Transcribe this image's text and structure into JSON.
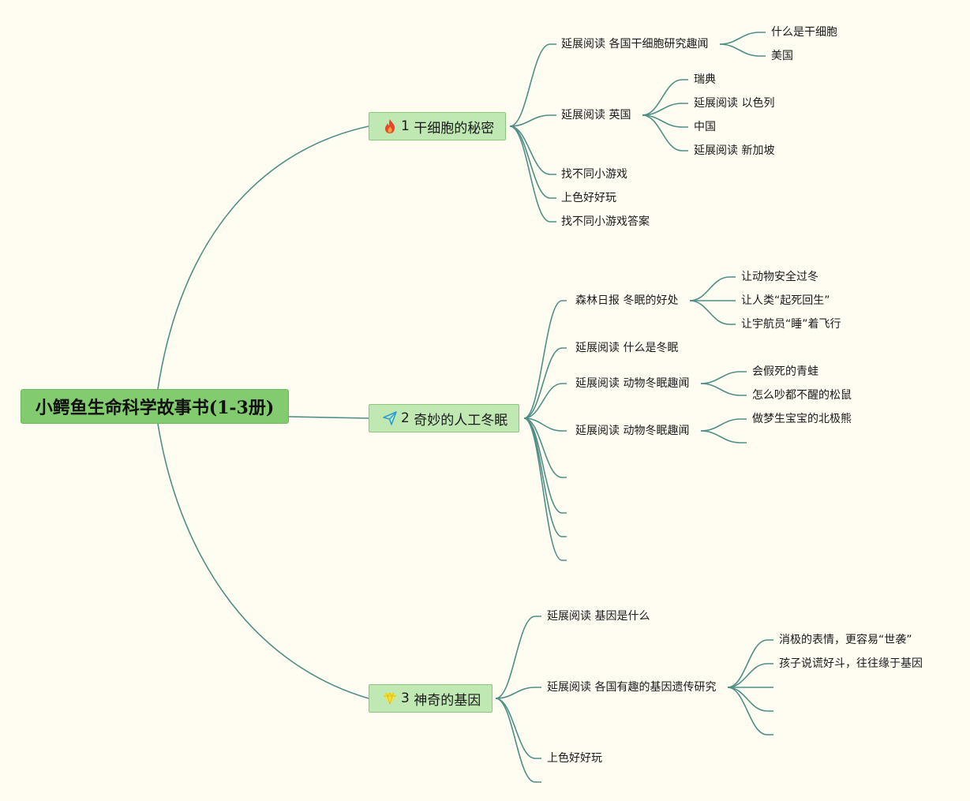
{
  "root": {
    "title": "小鳄鱼生命科学故事书(1-3册)"
  },
  "topics": [
    {
      "num": "1",
      "title": "干细胞的秘密",
      "icon": "fire-icon",
      "children": [
        {
          "label": "延展阅读 各国干细胞研究趣闻",
          "children": [
            "什么是干细胞",
            "美国"
          ]
        },
        {
          "label": "延展阅读 英国",
          "children": [
            "瑞典",
            "延展阅读 以色列",
            "中国",
            "延展阅读 新加坡"
          ]
        },
        {
          "label": "找不同小游戏"
        },
        {
          "label": "上色好好玩"
        },
        {
          "label": "找不同小游戏答案"
        }
      ]
    },
    {
      "num": "2",
      "title": "奇妙的人工冬眠",
      "icon": "paper-plane-icon",
      "children": [
        {
          "label": "森林日报 冬眠的好处",
          "children": [
            "让动物安全过冬",
            "让人类“起死回生”",
            "让宇航员“睡”着飞行"
          ]
        },
        {
          "label": "延展阅读 什么是冬眠"
        },
        {
          "label": "延展阅读 动物冬眠趣闻",
          "children": [
            "会假死的青蛙",
            "怎么吵都不醒的松鼠"
          ]
        },
        {
          "label": "延展阅读 动物冬眠趣闻",
          "children": [
            "做梦生宝宝的北极熊",
            ""
          ]
        },
        {
          "label": ""
        },
        {
          "label": ""
        },
        {
          "label": ""
        },
        {
          "label": ""
        },
        {
          "label": ""
        }
      ]
    },
    {
      "num": "3",
      "title": "神奇的基因",
      "icon": "gem-icon",
      "children": [
        {
          "label": "延展阅读 基因是什么"
        },
        {
          "label": "延展阅读 各国有趣的基因遗传研究",
          "children": [
            "消极的表情，更容易“世袭”",
            "孩子说谎好斗，往往缘于基因",
            "",
            "",
            ""
          ]
        },
        {
          "label": "上色好好玩"
        },
        {
          "label": ""
        }
      ]
    }
  ],
  "colors": {
    "line": "#4f8f86",
    "root_fill": "#82cc6f",
    "topic_fill": "#bfe8b3",
    "background": "#fffcf2"
  }
}
